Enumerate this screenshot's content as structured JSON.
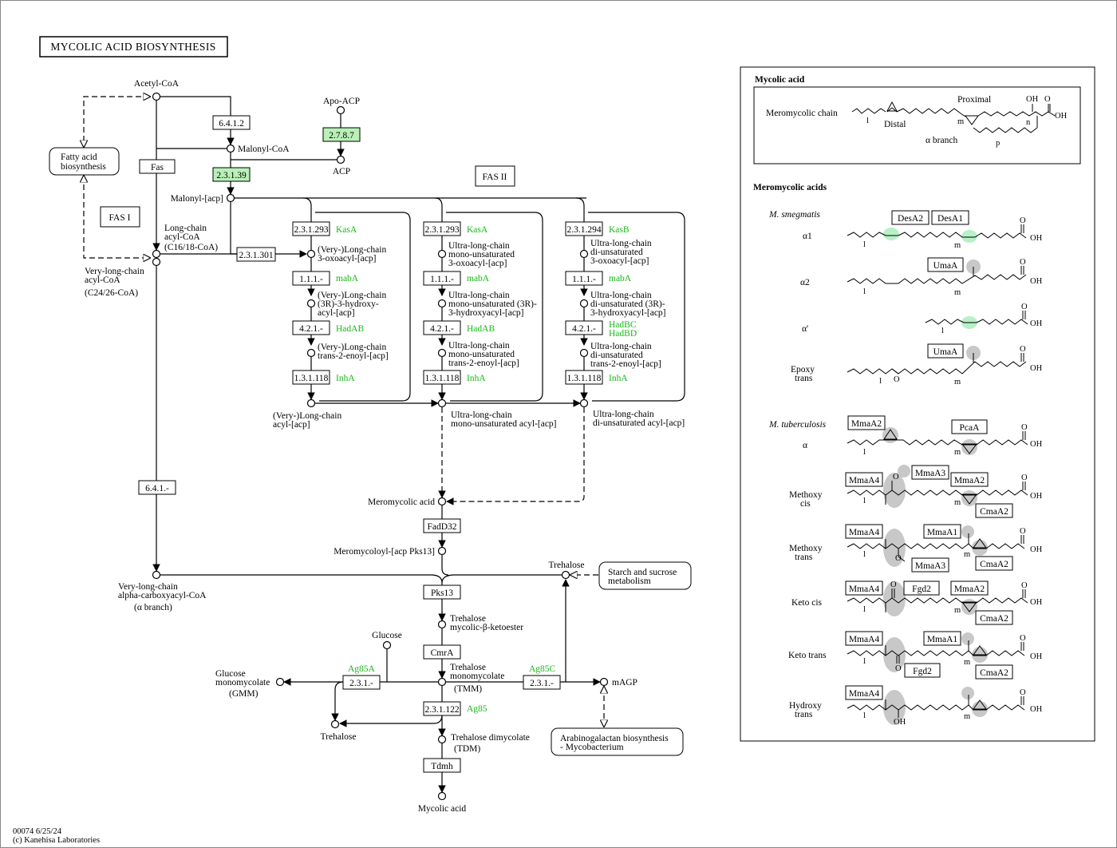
{
  "title": "MYCOLIC ACID BIOSYNTHESIS",
  "footer": {
    "line1": "00074 6/25/24",
    "line2": "(c) Kanehisa Laboratories"
  },
  "compounds": {
    "acetyl_coa": "Acetyl-CoA",
    "malonyl_coa": "Malonyl-CoA",
    "apo_acp": "Apo-ACP",
    "acp": "ACP",
    "malonyl_acp": "Malonyl-[acp]",
    "long_chain_1": "Long-chain",
    "long_chain_2": "acyl-CoA",
    "long_chain_3": "(C16/18-CoA)",
    "vlc_1": "Very-long-chain",
    "vlc_2": "acyl-CoA",
    "vlc_3": "(C24/26-CoA)",
    "c1_oxo_1": "(Very-)Long-chain",
    "c1_oxo_2": "3-oxoacyl-[acp]",
    "c1_hyd_1": "(Very-)Long-chain",
    "c1_hyd_2": "(3R)-3-hydroxy-",
    "c1_hyd_3": "acyl-[acp]",
    "c1_en_1": "(Very-)Long-chain",
    "c1_en_2": "trans-2-enoyl-[acp]",
    "c1_out_1": "(Very-)Long-chain",
    "c1_out_2": "acyl-[acp]",
    "c2_oxo_1": "Ultra-long-chain",
    "c2_oxo_2": "mono-unsaturated",
    "c2_oxo_3": "3-oxoacyl-[acp]",
    "c2_hyd_1": "Ultra-long-chain",
    "c2_hyd_2": "mono-unsaturated (3R)-",
    "c2_hyd_3": "3-hydroxyacyl-[acp]",
    "c2_en_1": "Ultra-long-chain",
    "c2_en_2": "mono-unsaturated",
    "c2_en_3": "trans-2-enoyl-[acp]",
    "c2_out_1": "Ultra-long-chain",
    "c2_out_2": "mono-unsaturated acyl-[acp]",
    "c3_oxo_1": "Ultra-long-chain",
    "c3_oxo_2": "di-unsaturated",
    "c3_oxo_3": "3-oxoacyl-[acp]",
    "c3_hyd_1": "Ultra-long-chain",
    "c3_hyd_2": "di-unsaturated (3R)-",
    "c3_hyd_3": "3-hydroxyacyl-[acp]",
    "c3_en_1": "Ultra-long-chain",
    "c3_en_2": "di-unsaturated",
    "c3_en_3": "trans-2-enoyl-[acp]",
    "c3_out_1": "Ultra-long-chain",
    "c3_out_2": "di-unsaturated acyl-[acp]",
    "meromycolic_acid": "Meromycolic acid",
    "meromycoloyl": "Meromycoloyl-[acp Pks13]",
    "trehalose_top": "Trehalose",
    "vlc_carboxy_1": "Very-long-chain",
    "vlc_carboxy_2": "alpha-carboxyacyl-CoA",
    "vlc_carboxy_3": "(α branch)",
    "tmk_1": "Trehalose",
    "tmk_2": "mycolic-β-ketoester",
    "glucose": "Glucose",
    "gmm_1": "Glucose",
    "gmm_2": "monomycolate",
    "gmm_3": "(GMM)",
    "tmm_1": "Trehalose",
    "tmm_2": "monomycolate",
    "tmm_3": "(TMM)",
    "magp": "mAGP",
    "trehalose_bottom": "Trehalose",
    "tdm_1": "Trehalose dimycolate",
    "tdm_2": "(TDM)",
    "mycolic_acid": "Mycolic acid"
  },
  "enzymes": {
    "e6412": "6.4.1.2",
    "e2787": "2.7.8.7",
    "e23139": "2.3.1.39",
    "fas": "Fas",
    "e231301": "2.3.1.301",
    "e641": "6.4.1.-",
    "c1": {
      "ec1": "2.3.1.293",
      "g1": "KasA",
      "ec2": "1.1.1.-",
      "g2": "mabA",
      "ec3": "4.2.1.-",
      "g3": "HadAB",
      "ec4": "1.3.1.118",
      "g4": "InhA"
    },
    "c2": {
      "ec1": "2.3.1.293",
      "g1": "KasA",
      "ec2": "1.1.1.-",
      "g2": "mabA",
      "ec3": "4.2.1.-",
      "g3": "HadAB",
      "ec4": "1.3.1.118",
      "g4": "InhA"
    },
    "c3": {
      "ec1": "2.3.1.294",
      "g1": "KasB",
      "ec2": "1.1.1.-",
      "g2": "mabA",
      "ec3": "4.2.1.-",
      "g3a": "HadBC",
      "g3b": "HadBD",
      "ec4": "1.3.1.118",
      "g4": "InhA"
    },
    "fadd32": "FadD32",
    "pks13": "Pks13",
    "cmra": "CmrA",
    "e231a": "2.3.1.-",
    "ag85a": "Ag85A",
    "e231b": "2.3.1.-",
    "ag85c": "Ag85C",
    "e231122": "2.3.1.122",
    "ag85": "Ag85",
    "tdmh": "Tdmh"
  },
  "labels": {
    "fas_i": "FAS I",
    "fas_ii": "FAS II",
    "fatty_acid_1": "Fatty acid",
    "fatty_acid_2": "biosynthesis",
    "starch_1": "Starch and sucrose",
    "starch_2": "metabolism",
    "arab_1": "Arabinogalactan biosynthesis",
    "arab_2": "- Mycobacterium"
  },
  "legend": {
    "mycolic_acid": "Mycolic acid",
    "meromycolic_chain": "Meromycolic chain",
    "proximal": "Proximal",
    "distal": "Distal",
    "alpha_branch": "α branch",
    "oh": "OH",
    "o": "O",
    "l": "l",
    "m": "m",
    "n": "n",
    "p": "p",
    "meromycolic_acids": "Meromycolic acids",
    "m_smegmatis": "M. smegmatis",
    "m_tuberculosis": "M. tuberculosis",
    "a1": "α1",
    "a2": "α2",
    "a_prime": "α'",
    "epoxy_1": "Epoxy",
    "epoxy_2": "trans",
    "alpha": "α",
    "methoxy_cis_1": "Methoxy",
    "methoxy_cis_2": "cis",
    "methoxy_trans_1": "Methoxy",
    "methoxy_trans_2": "trans",
    "keto_cis": "Keto cis",
    "keto_trans": "Keto trans",
    "hydroxy_1": "Hydroxy",
    "hydroxy_2": "trans",
    "desa2": "DesA2",
    "desa1": "DesA1",
    "umaa": "UmaA",
    "mmaa2": "MmaA2",
    "mmaa3": "MmaA3",
    "mmaa4": "MmaA4",
    "mmaa1": "MmaA1",
    "pcaa": "PcaA",
    "cmaa2": "CmaA2",
    "fgd2": "Fgd2"
  },
  "colors": {
    "gene_text": "#18b818",
    "enzyme_highlight": "#b8f0b8",
    "mod_gray": "#c8c8c8",
    "mod_green": "#b8f0c8"
  }
}
